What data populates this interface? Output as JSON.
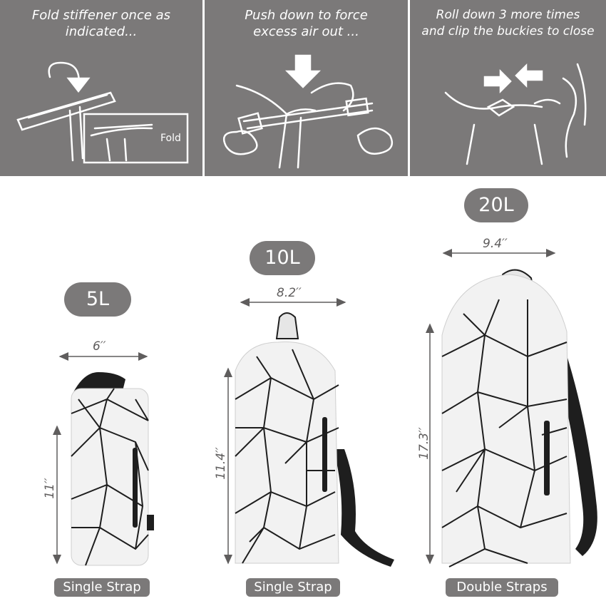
{
  "instructions": [
    {
      "line1": "Fold  stiffener once as",
      "line2": "indicated..."
    },
    {
      "line1": "Push down to force",
      "line2": "excess air out ..."
    },
    {
      "line1": "Roll down 3 more times",
      "line2": "and clip the buckies to close"
    }
  ],
  "fold_label": "Fold",
  "bags": [
    {
      "volume": "5L",
      "width": "6′′",
      "height": "11′′",
      "strap": "Single Strap"
    },
    {
      "volume": "10L",
      "width": "8.2′′",
      "height": "11.4′′",
      "strap": "Single Strap"
    },
    {
      "volume": "20L",
      "width": "9.4′′",
      "height": "17.3′′",
      "strap": "Double Straps"
    }
  ],
  "colors": {
    "panel": "#7b7979",
    "text_dark": "#5f5d5d",
    "bag": "#f2f2f2",
    "pattern": "#1e1e1e"
  }
}
